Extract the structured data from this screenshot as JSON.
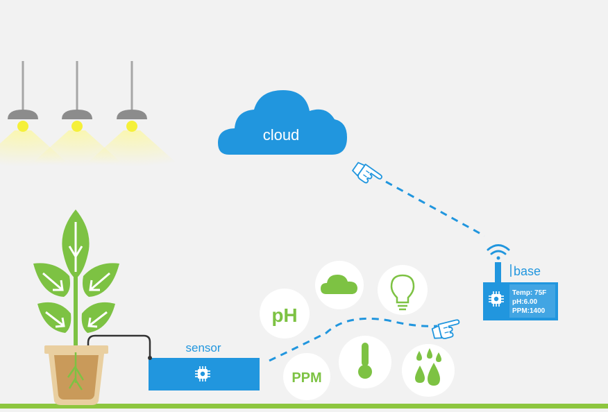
{
  "nodes": {
    "cloud": {
      "label": "cloud"
    },
    "base": {
      "label": "base",
      "display": {
        "line1": "Temp: 75F",
        "line2": "pH:6.00",
        "line3": "PPM:1400"
      }
    },
    "sensor": {
      "label": "sensor"
    }
  },
  "metrics": {
    "ph": "pH",
    "ppm": "PPM"
  },
  "icons": {
    "lamps": "ceiling-lamp-icon",
    "plant": "potted-plant-icon",
    "chip": "microchip-icon",
    "wifi": "wifi-signal-icon",
    "hand": "pointing-hand-icon",
    "weather": "cloud-icon",
    "light": "light-bulb-icon",
    "temperature": "thermometer-icon",
    "humidity": "water-drops-icon"
  },
  "colors": {
    "background": "#f2f2f2",
    "accent_blue": "#2196de",
    "accent_green": "#7dc243",
    "ground": "#8dc63f",
    "lamp_glow": "#f5f03a"
  }
}
